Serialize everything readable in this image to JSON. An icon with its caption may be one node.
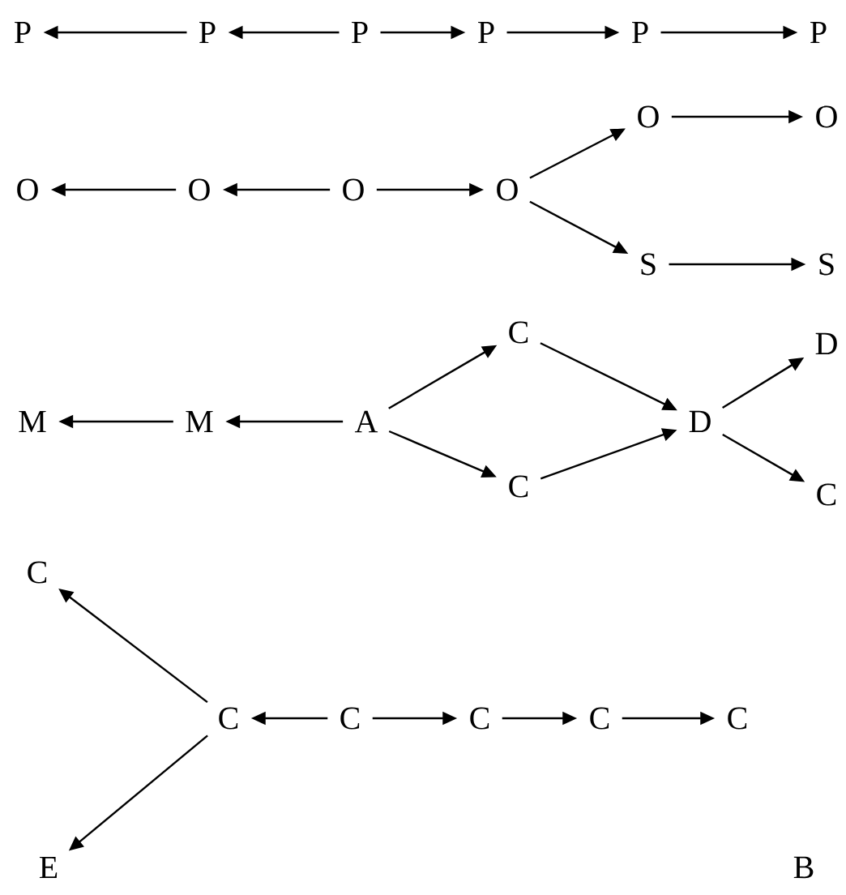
{
  "diagram": {
    "nodes": [
      {
        "text": [
          "P"
        ]
      },
      {
        "text": [
          "P"
        ]
      },
      {
        "text": [
          "P"
        ]
      },
      {
        "text": [
          "P"
        ]
      },
      {
        "text": [
          "P"
        ]
      },
      {
        "text": [
          "P"
        ]
      },
      {
        "text": [
          "O"
        ]
      },
      {
        "text": [
          "O"
        ]
      },
      {
        "text": [
          "O"
        ]
      },
      {
        "text": [
          "O"
        ]
      },
      {
        "text": [
          "O"
        ]
      },
      {
        "text": [
          "O"
        ]
      },
      {
        "text": [
          "S"
        ]
      },
      {
        "text": [
          "S"
        ]
      },
      {
        "text": [
          "M"
        ]
      },
      {
        "text": [
          "M"
        ]
      },
      {
        "text": [
          "A"
        ]
      },
      {
        "text": [
          "C"
        ]
      },
      {
        "text": [
          "C"
        ]
      },
      {
        "text": [
          "D"
        ]
      },
      {
        "text": [
          "D"
        ]
      },
      {
        "text": [
          "C"
        ]
      },
      {
        "text": [
          "C"
        ]
      },
      {
        "text": [
          "C"
        ]
      },
      {
        "text": [
          "C"
        ]
      },
      {
        "text": [
          "C"
        ]
      },
      {
        "text": [
          "C"
        ]
      },
      {
        "text": [
          "C"
        ]
      },
      {
        "text": [
          "E"
        ]
      }
    ],
    "edges": [
      {
        "from": 1,
        "to": 0,
        "arrow": "to"
      },
      {
        "from": 2,
        "to": 1,
        "arrow": "to"
      },
      {
        "from": 2,
        "to": 3,
        "arrow": "to"
      },
      {
        "from": 3,
        "to": 4,
        "arrow": "to"
      },
      {
        "from": 4,
        "to": 5,
        "arrow": "to"
      },
      {
        "from": 7,
        "to": 6,
        "arrow": "to"
      },
      {
        "from": 8,
        "to": 7,
        "arrow": "to"
      },
      {
        "from": 8,
        "to": 9,
        "arrow": "to"
      },
      {
        "from": 9,
        "to": 10,
        "arrow": "to"
      },
      {
        "from": 9,
        "to": 12,
        "arrow": "to"
      },
      {
        "from": 10,
        "to": 11,
        "arrow": "to"
      },
      {
        "from": 12,
        "to": 13,
        "arrow": "to"
      },
      {
        "from": 15,
        "to": 14,
        "arrow": "to"
      },
      {
        "from": 16,
        "to": 15,
        "arrow": "to"
      },
      {
        "from": 16,
        "to": 17,
        "arrow": "to"
      },
      {
        "from": 16,
        "to": 18,
        "arrow": "to"
      },
      {
        "from": 17,
        "to": 19,
        "arrow": "to"
      },
      {
        "from": 18,
        "to": 19,
        "arrow": "to"
      },
      {
        "from": 19,
        "to": 20,
        "arrow": "to"
      },
      {
        "from": 19,
        "to": 21,
        "arrow": "to"
      },
      {
        "from": 23,
        "to": 22,
        "arrow": "to"
      },
      {
        "from": 23,
        "to": 28,
        "arrow": "to"
      },
      {
        "from": 24,
        "to": 23,
        "arrow": "to"
      },
      {
        "from": 24,
        "to": 25,
        "arrow": "to"
      },
      {
        "from": 25,
        "to": 26,
        "arrow": "to"
      },
      {
        "from": 26,
        "to": 27,
        "arrow": "to"
      }
    ],
    "labels": [
      "B"
    ]
  }
}
